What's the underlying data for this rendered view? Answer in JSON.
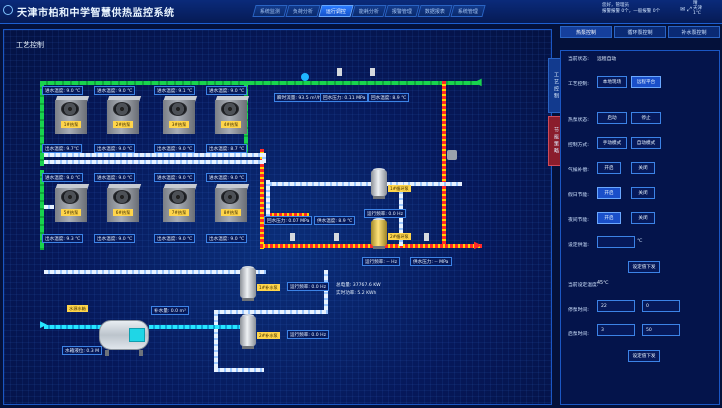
{
  "header": {
    "title": "天津市柏和中学智慧供热监控系统",
    "nav_tabs": [
      "系统监测",
      "负荷分析",
      "运行调控",
      "能耗分析",
      "报警管理",
      "数据报表",
      "系统管理"
    ],
    "active_nav_index": 2,
    "user": {
      "greeting": "您好，管理员",
      "alarm": "报警报警 0个，一般报警 0个"
    },
    "weather": {
      "condition": "晴",
      "temp": "4.5℃",
      "temp_range": "1℃",
      "location": "天津"
    }
  },
  "panel": {
    "title": "工艺控制",
    "top_pipe": {
      "flow": "瞬时流量: 93.5 m³/h",
      "return_pressure": "回水压力: 0.11 MPa",
      "return_temp": "回水温度: 8.9 ℃"
    },
    "heat_pumps": [
      {
        "label": "1#热泵",
        "in": "进水温度: 9.0 ℃",
        "out": "出水温度: 9.7℃"
      },
      {
        "label": "2#热泵",
        "in": "进水温度: 9.0 ℃",
        "out": "出水温度: 9.0 ℃"
      },
      {
        "label": "3#热泵",
        "in": "进水温度: 9.1 ℃",
        "out": "出水温度: 9.0 ℃"
      },
      {
        "label": "4#热泵",
        "in": "进水温度: 9.0 ℃",
        "out": "出水温度: 8.7 ℃"
      },
      {
        "label": "5#热泵",
        "in": "进水温度: 9.0 ℃",
        "out": "出水温度: 9.3 ℃"
      },
      {
        "label": "6#热泵",
        "in": "进水温度: 9.0 ℃",
        "out": "出水温度: 9.0 ℃"
      },
      {
        "label": "7#热泵",
        "in": "进水温度: 9.0 ℃",
        "out": "出水温度: 9.0 ℃"
      },
      {
        "label": "8#热泵",
        "in": "进水温度: 9.0 ℃",
        "out": "出水温度: 9.0 ℃"
      }
    ],
    "supply_pipe": {
      "return_pressure": "回水压力: 0.07 MPa",
      "supply_temp": "供水温度: 8.9 ℃",
      "freq_top": "运行频率: 0.0 Hz",
      "freq_mid": "运行频率: -- Hz",
      "supply_pressure": "供水压力: -- MPa",
      "pump1": "1#循环泵",
      "pump2": "2#循环泵"
    },
    "make_up": {
      "tank_label": "水源水箱",
      "level": "水箱液位: 0.3 M",
      "pump1": "1#补水泵",
      "pump2": "2#补水泵",
      "freq1": "运行频率: 0.0 Hz",
      "freq2": "运行频率: 0.0 Hz",
      "water_amount": "补水量: 0.0 m³",
      "total_power": "总电量: 37767.6 KW",
      "realtime_power": "实时功率: 5.2 KWh"
    }
  },
  "side": {
    "tabs": [
      "热泵控制",
      "循环泵控制",
      "补水泵控制"
    ],
    "active_tab_index": 0,
    "vtabs": [
      "工艺控制",
      "节能策略"
    ],
    "rows": {
      "status_label": "当前状态:",
      "status_value": "远程自动",
      "mode_label": "工艺控制:",
      "mode_options": [
        "本地现场",
        "远程平台"
      ],
      "pump_label": "热泵状态:",
      "pump_options": [
        "启动",
        "停止"
      ],
      "control_label": "控制方式:",
      "control_options": [
        "手动模式",
        "自动模式"
      ],
      "gas_label": "气候补偿:",
      "gas_options": [
        "开启",
        "关闭"
      ],
      "holiday_label": "假日节能:",
      "holiday_options": [
        "开启",
        "关闭"
      ],
      "night_label": "夜间节能:",
      "night_options": [
        "开启",
        "关闭"
      ],
      "set_temp_label": "设定供温:",
      "set_temp_unit": "℃",
      "send_label": "设定值下发",
      "current_set_label": "当前设定温度:",
      "current_set_value": "45℃",
      "stop_label": "停泵时间:",
      "stop_h": "22",
      "stop_m": "0",
      "start_label": "启泵时间:",
      "start_h": "3",
      "start_m": "50",
      "send2_label": "设定值下发"
    }
  },
  "colors": {
    "accent": "#1a4fc9",
    "supply": "#ff2a2a",
    "return": "#19d34e",
    "makeup": "#27e6ff"
  }
}
